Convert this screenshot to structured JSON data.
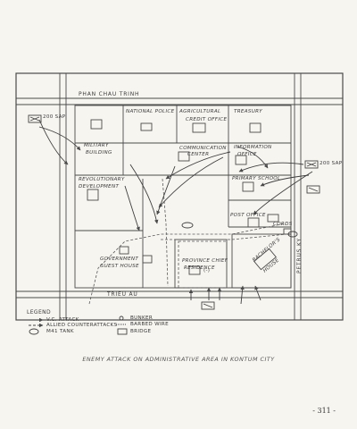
{
  "streets": {
    "north": "PHAN CHAU TRINH",
    "south": "TRIEU AU",
    "east": "PETRUS KY"
  },
  "buildings": {
    "national_police": "NATIONAL POLICE",
    "agricultural_1": "AGRICULTURAL",
    "agricultural_2": "CREDIT OFFICE",
    "treasury": "TREASURY",
    "military_1": "MILITARY",
    "military_2": "BUILDING",
    "communications_1": "COMMUNICATION",
    "communications_2": "CENTER",
    "information_1": "INFORMATION",
    "information_2": "OFFICE",
    "revolutionary_1": "REVOLUTIONARY",
    "revolutionary_2": "DEVELOPMENT",
    "primary_school": "PRIMARY SCHOOL",
    "post_office": "POST OFFICE",
    "cords": "CORDS",
    "guest_1": "GOVERNMENT",
    "guest_2": "GUEST HOUSE",
    "province_1": "PROVINCE CHIEF",
    "province_2": "RESIDENCE",
    "bachelor_1": "BACHELOR'S",
    "bachelor_2": "HOUSE"
  },
  "markers": {
    "west_sap": "200 SAP",
    "east_sap": "200 SAP",
    "tank_number": "(-)"
  },
  "legend": {
    "title": "LEGEND",
    "vc_attack": "V.C. ATTACK",
    "allied_counterattacks": "ALLIED COUNTERATTACKS",
    "m41_tank": "M41 TANK",
    "bunker": "BUNKER",
    "barbed_wire": "BARBED WIRE",
    "bridge": "BRIDGE"
  },
  "caption": "ENEMY ATTACK ON ADMINISTRATIVE AREA IN KONTUM CITY",
  "page_number": "- 311 -"
}
